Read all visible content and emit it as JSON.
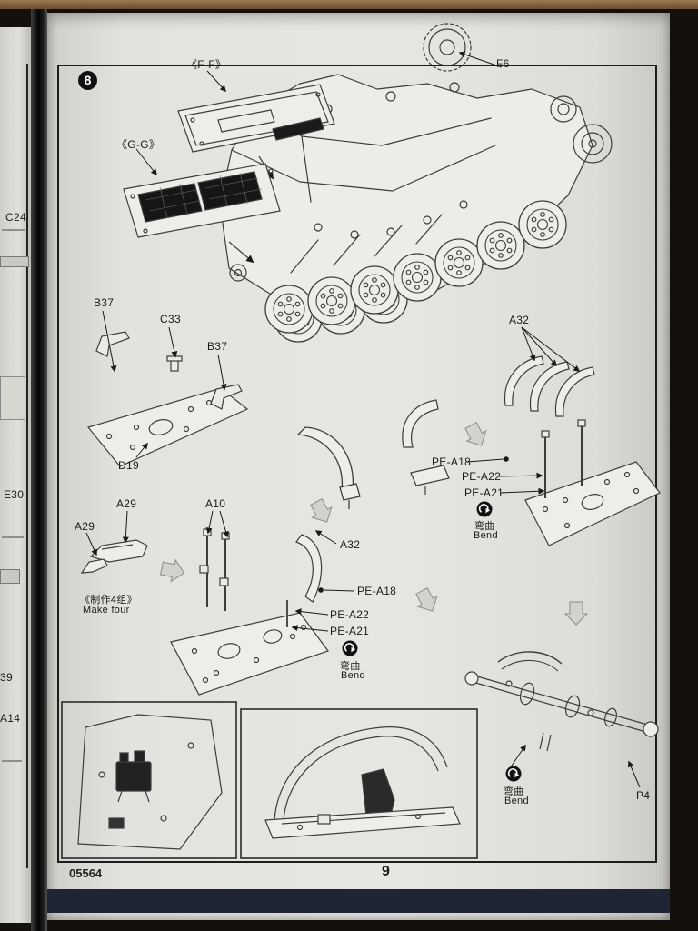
{
  "page": {
    "step_number": "8",
    "kit_number": "05564",
    "page_number": "9"
  },
  "left_page": {
    "labels": {
      "c24": "C24",
      "e30": "E30",
      "n39": "39",
      "a14": "A14"
    }
  },
  "callouts": {
    "ff": "《F-F》",
    "gg": "《G-G》",
    "f6": "F6",
    "b37_a": "B37",
    "c33": "C33",
    "b37_b": "B37",
    "a32_top": "A32",
    "d19": "D19",
    "a29_a": "A29",
    "a29_b": "A29",
    "a10": "A10",
    "a32_mid": "A32",
    "pe_a18_r": "PE-A18",
    "pe_a22_r": "PE-A22",
    "pe_a21_r": "PE-A21",
    "pe_a18_l": "PE-A18",
    "pe_a22_l": "PE-A22",
    "pe_a21_l": "PE-A21",
    "p4": "P4"
  },
  "notes": {
    "make_four_zh": "《制作4组》",
    "make_four_en": "Make four",
    "bend_zh": "弯曲",
    "bend_en": "Bend"
  }
}
